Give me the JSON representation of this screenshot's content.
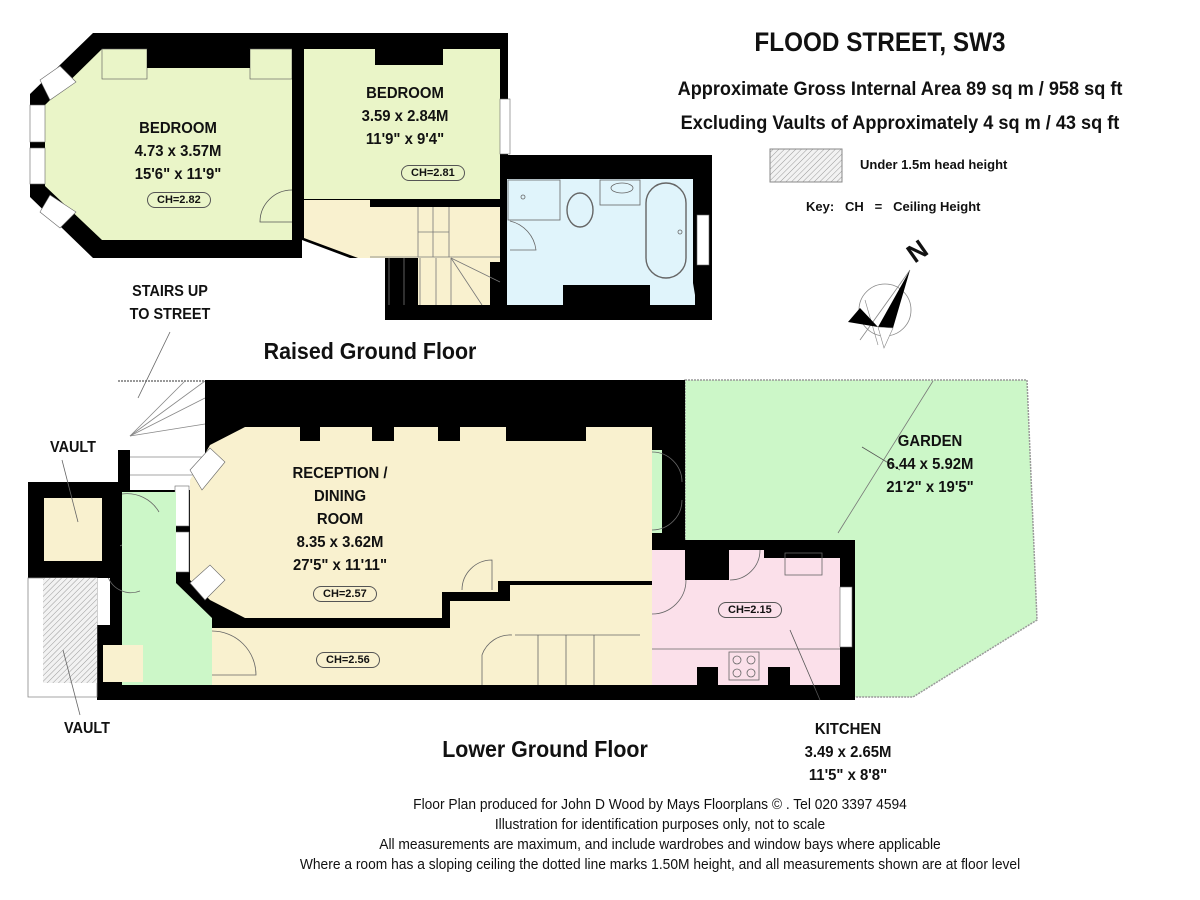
{
  "header": {
    "title": "FLOOD STREET, SW3",
    "area_line": "Approximate Gross Internal Area 89 sq m  /  958 sq ft",
    "vaults_line": "Excluding Vaults of Approximately 4 sq m / 43 sq ft"
  },
  "legend": {
    "hatch_label": "Under 1.5m head height",
    "key_label": "Key:",
    "key_abbr": "CH",
    "key_equals": "=",
    "key_meaning": "Ceiling Height"
  },
  "compass": {
    "label": "N"
  },
  "floors": {
    "raised_ground": {
      "label": "Raised Ground Floor",
      "rooms": [
        {
          "name": "BEDROOM",
          "metric": "4.73 x 3.57M",
          "imperial": "15'6\" x 11'9\"",
          "ch": "CH=2.82",
          "color": "#eaf5c8"
        },
        {
          "name": "BEDROOM",
          "metric": "3.59 x 2.84M",
          "imperial": "11'9\" x 9'4\"",
          "ch": "CH=2.81",
          "color": "#eaf5c8"
        }
      ],
      "bathroom_color": "#e0f4fb",
      "landing_color": "#f9f1cf"
    },
    "lower_ground": {
      "label": "Lower Ground Floor",
      "stairs_label_1": "STAIRS UP",
      "stairs_label_2": "TO STREET",
      "vault_label_top": "VAULT",
      "vault_label_bottom": "VAULT",
      "reception": {
        "name_1": "RECEPTION /",
        "name_2": "DINING",
        "name_3": "ROOM",
        "metric": "8.35 x 3.62M",
        "imperial": "27'5\" x 11'11\"",
        "ch": "CH=2.57",
        "color": "#f9f1cf"
      },
      "hall_ch": "CH=2.56",
      "kitchen": {
        "name": "KITCHEN",
        "metric": "3.49 x 2.65M",
        "imperial": "11'5\" x 8'8\"",
        "ch": "CH=2.15",
        "color": "#fbe0ea"
      },
      "garden": {
        "name": "GARDEN",
        "metric": "6.44 x 5.92M",
        "imperial": "21'2\" x 19'5\"",
        "color": "#ccf7c8"
      },
      "entrance_color": "#ccf7c8"
    }
  },
  "footer": {
    "line1": "Floor Plan produced for John D Wood by Mays Floorplans  © . Tel 020 3397 4594",
    "line2": "Illustration for identification purposes only, not to scale",
    "line3": "All measurements are maximum, and include wardrobes and window bays where applicable",
    "line4": "Where a room has a sloping ceiling the dotted line marks 1.50M height, and all measurements shown are at floor level"
  }
}
